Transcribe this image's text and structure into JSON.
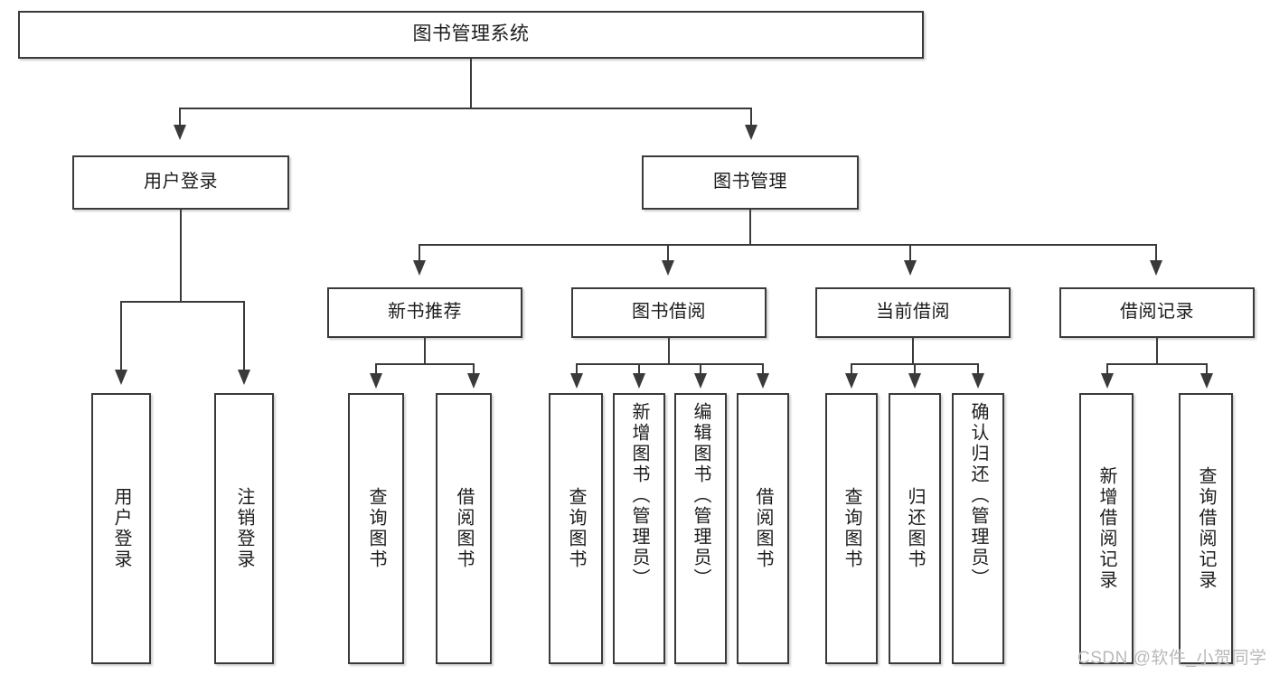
{
  "diagram": {
    "type": "tree",
    "title": "图书管理系统",
    "orientation": "top-down",
    "levels": 4,
    "colors": {
      "box_border": "#3a3a3a",
      "box_fill": "#ffffff",
      "connector": "#3a3a3a",
      "text": "#1c1c1c",
      "watermark": "#b9b9b9",
      "background": "#ffffff"
    }
  },
  "root": {
    "label": "图书管理系统"
  },
  "level2": [
    {
      "label": "用户登录"
    },
    {
      "label": "图书管理"
    }
  ],
  "level3": [
    {
      "label": "新书推荐"
    },
    {
      "label": "图书借阅"
    },
    {
      "label": "当前借阅"
    },
    {
      "label": "借阅记录"
    }
  ],
  "leaves": {
    "user_login": [
      {
        "label": "用户登录"
      },
      {
        "label": "注销登录"
      }
    ],
    "new_book_recommend": [
      {
        "label": "查询图书"
      },
      {
        "label": "借阅图书"
      }
    ],
    "book_borrow": [
      {
        "label": "查询图书"
      },
      {
        "label": "新增图书（管理员）"
      },
      {
        "label": "编辑图书（管理员）"
      },
      {
        "label": "借阅图书"
      }
    ],
    "current_borrow": [
      {
        "label": "查询图书"
      },
      {
        "label": "归还图书"
      },
      {
        "label": "确认归还（管理员）"
      }
    ],
    "borrow_record": [
      {
        "label": "新增借阅记录"
      },
      {
        "label": "查询借阅记录"
      }
    ]
  },
  "watermark": {
    "text": "CSDN @软件_小贺同学"
  }
}
